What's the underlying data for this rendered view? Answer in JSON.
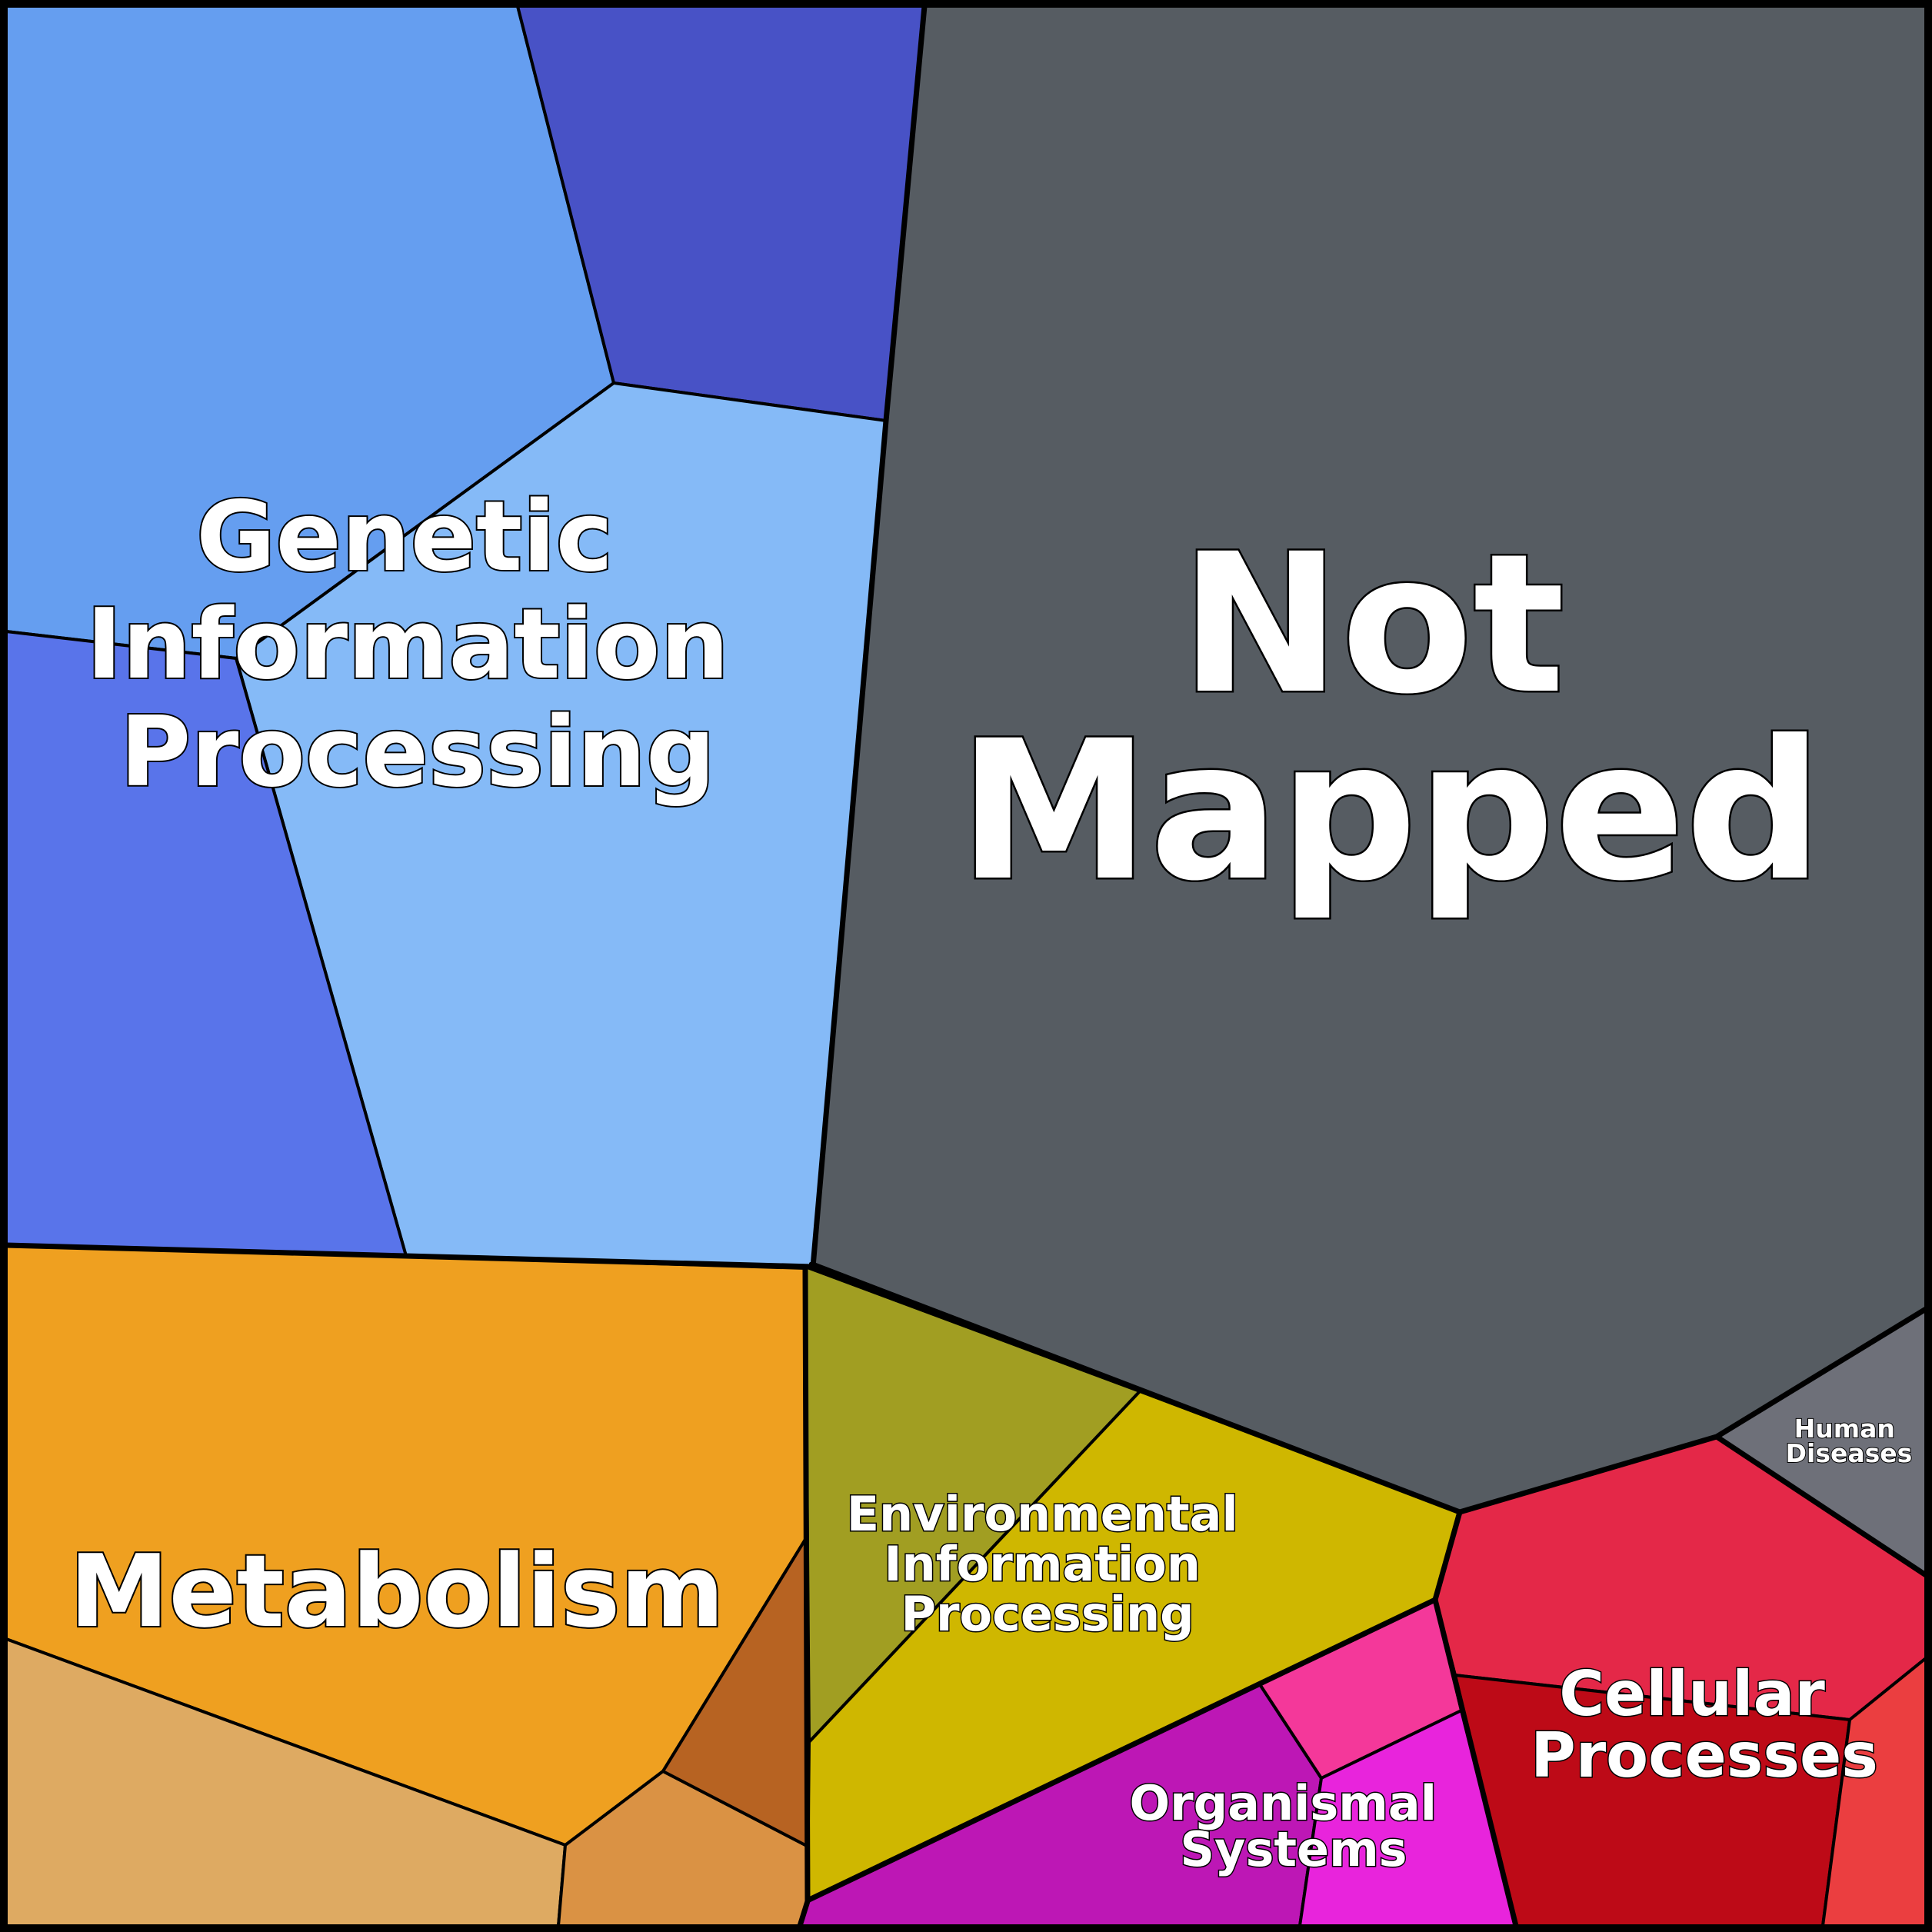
{
  "colors": {
    "genetic_light": "#85baf7",
    "genetic_mid": "#659ef0",
    "genetic_dark": "#4852c6",
    "genetic_blue": "#5974ea",
    "not_mapped": "#565c62",
    "metabolism_main": "#efa020",
    "metabolism_tan": "#deaa62",
    "metabolism_orange": "#da9244",
    "metabolism_brown": "#b76322",
    "environmental_olive": "#a19e22",
    "environmental_yellow": "#cfb700",
    "organismal_purple": "#bd17b5",
    "organismal_pink": "#f4389a",
    "organismal_magenta": "#e824dc",
    "cellular_red": "#e42848",
    "cellular_dark": "#bd0a17",
    "cellular_light": "#eb3e40",
    "human_gray": "#6e7079"
  },
  "labels": {
    "genetic": [
      "Genetic",
      "Information",
      "Processing"
    ],
    "not_mapped": [
      "Not",
      "Mapped"
    ],
    "metabolism": [
      "Metabolism"
    ],
    "environmental": [
      "Environmental",
      "Information",
      "Processing"
    ],
    "organismal": [
      "Organismal",
      "Systems"
    ],
    "cellular": [
      "Cellular",
      "Processes"
    ],
    "human": [
      "Human",
      "Diseases"
    ]
  }
}
